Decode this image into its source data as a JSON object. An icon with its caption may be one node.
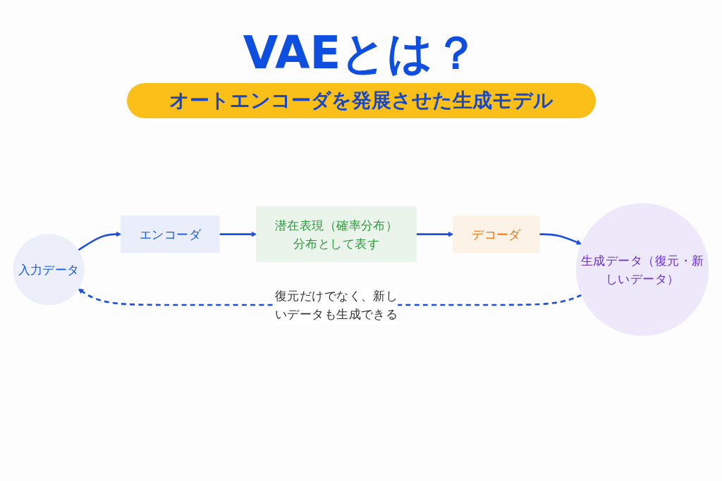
{
  "diagram": {
    "title": "VAEとは？",
    "nodes": [
      {
        "text": [
          "入力データ"
        ]
      },
      {
        "text": [
          "エンコーダ"
        ]
      },
      {
        "text": [
          "潜在表現（確率分布）",
          "分布として表す"
        ]
      },
      {
        "text": [
          "デコーダ"
        ]
      },
      {
        "text": [
          "生成データ（復元・新しいデータ）"
        ]
      }
    ],
    "edges": [
      {
        "from": 0,
        "to": 1,
        "arrow": "to"
      },
      {
        "from": 1,
        "to": 2,
        "arrow": "to"
      },
      {
        "from": 2,
        "to": 3,
        "arrow": "to"
      },
      {
        "from": 3,
        "to": 4,
        "arrow": "to"
      },
      {
        "from": 4,
        "to": 0,
        "arrow": "to",
        "style": "dashed",
        "label": "復元だけでなく、新しいデータも生成できる"
      }
    ],
    "labels": [
      "オートエンコーダを発展させた生成モデル"
    ]
  }
}
